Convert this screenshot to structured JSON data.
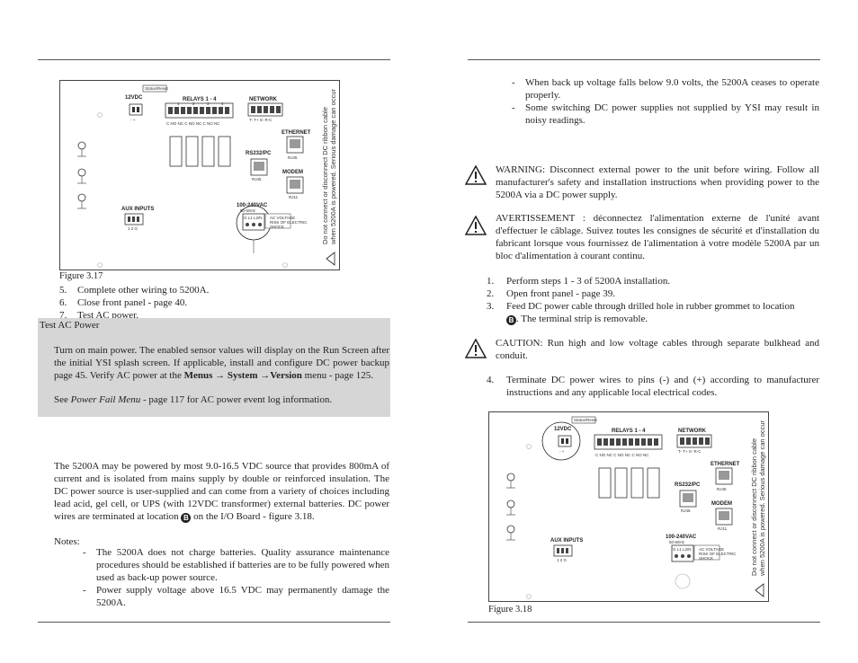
{
  "left": {
    "figure_3_17_caption": "Figure 3.17",
    "steps_a": [
      {
        "n": "5.",
        "text": "Complete other wiring to 5200A."
      },
      {
        "n": "6.",
        "text": "Close front panel - page 40."
      },
      {
        "n": "7.",
        "text": "Test AC power."
      }
    ],
    "test_ac_title": "Test AC Power",
    "test_ac_p1_a": "Turn on main power.  The enabled sensor values will display on the Run Screen after the initial YSI splash screen.  If applicable, install and configure DC power backup page 45.  Verify AC power at the ",
    "test_ac_p1_menus": "Menus",
    "test_ac_p1_arrow1": " → ",
    "test_ac_p1_system": "System",
    "test_ac_p1_arrow2": " →",
    "test_ac_p1_version": "Version",
    "test_ac_p1_end": " menu - page 125.",
    "test_ac_p2_a": "See ",
    "test_ac_p2_italic": "Power Fail Menu",
    "test_ac_p2_end": " - page 117 for AC power event log information.",
    "dc_p1_a": "The 5200A may be powered by most 9.0-16.5 VDC source that provides 800mA of current and is isolated from mains supply by double or reinforced insulation.  The DC power source is user-supplied and can come from a variety of choices including lead acid, gel cell, or UPS (with 12VDC transformer) external batteries.  DC power wires are terminated at location ",
    "dc_p1_b": "B",
    "dc_p1_end": " on the I/O Board - figure 3.18.",
    "notes_label": "Notes:",
    "notes": [
      "The 5200A does not charge batteries. Quality assurance maintenance procedures should be established if batteries are to be fully powered when used as back-up power source.",
      "Power supply voltage above 16.5 VDC may permanently damage the 5200A."
    ]
  },
  "right": {
    "notes_cont": [
      "When back up voltage falls below 9.0 volts, the 5200A ceases to operate properly.",
      "Some switching DC power supplies not supplied by YSI may result in noisy readings."
    ],
    "warning": "WARNING:  Disconnect external power to the unit before wiring.  Follow all manufacturer's safety and installation instructions when providing power to the 5200A via a DC power supply.",
    "avertissement": "AVERTISSEMENT : déconnectez l'alimentation externe de l'unité avant d'effectuer le câblage. Suivez toutes les consignes de sécurité et d'installation du fabricant lorsque vous fournissez de l'alimentation à votre modèle 5200A par un bloc d'alimentation à courant continu.",
    "steps_b": [
      {
        "n": "1.",
        "text": "Perform steps 1 - 3 of 5200A installation."
      },
      {
        "n": "2.",
        "text": "Open front panel - page 39."
      },
      {
        "n": "3.",
        "text": "Feed DC power cable through drilled hole in rubber grommet to location"
      }
    ],
    "step3_b": "B",
    "step3_cont": ". The terminal strip is removable.",
    "caution": "CAUTION:  Run high and low voltage cables through separate bulkhead and conduit.",
    "step4_n": "4.",
    "step4_text": "Terminate DC power wires to pins (-) and (+) according to manufacturer instructions and any applicable local electrical codes.",
    "figure_3_18_caption": "Figure 3.18"
  },
  "board": {
    "status_reset": "Status/Reset",
    "v12": "12VDC",
    "relays": "RELAYS 1 - 4",
    "relay_nums": [
      "1",
      "2",
      "3",
      "4"
    ],
    "network": "NETWORK",
    "network_pins": "T- T+ S- R-C",
    "ethernet": "ETHERNET",
    "rs232": "RS232/PC",
    "rj45": "RJ45",
    "modem": "MODEM",
    "rj11": "RJ11",
    "aux_inputs": "AUX INPUTS",
    "aux_pins": "1 2 G",
    "ac_voltage": "100-240VAC",
    "ac_freq": "50-60Hz",
    "ac_pins": "G L1 L2/N",
    "shock_warning": "AC VOLTAGE RISK OF ELECTRIC SHOCK",
    "side_warning_1": "Do not connect or disconnect DC ribbon cable",
    "side_warning_2": "when 5200A is powered. Serious damage can occur"
  }
}
